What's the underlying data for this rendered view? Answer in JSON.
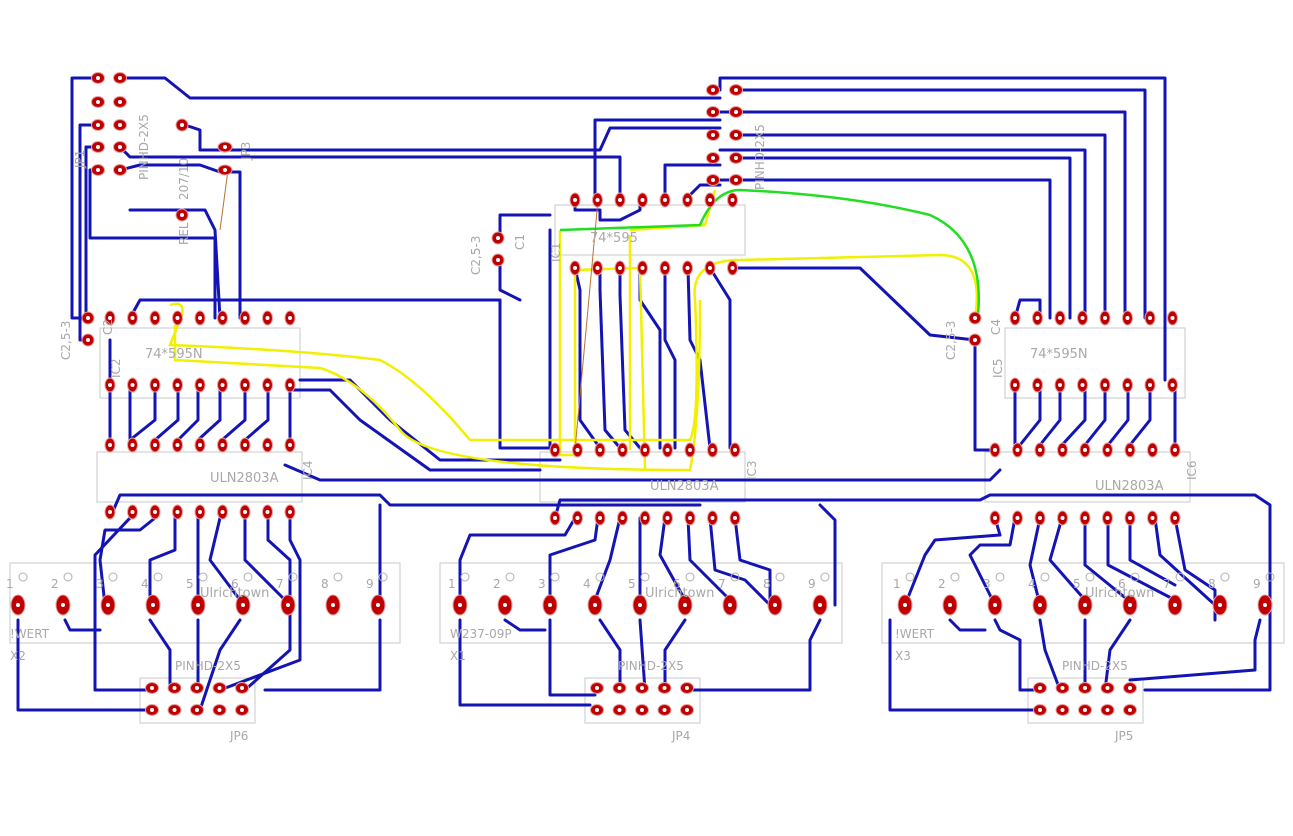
{
  "colors": {
    "background": "#ffffff",
    "trace": "#1414b4",
    "pad": "#c00000",
    "silk": "#a8a8a8",
    "jumper_yellow": "#f0f000",
    "jumper_green": "#22dd22"
  },
  "labels": {
    "ic1": "IC1",
    "ic1_part": "74*595",
    "ic2": "IC2",
    "ic2_part": "74*595N",
    "ic5": "IC5",
    "ic5_part": "74*595N",
    "ic3": "IC3",
    "ic3_part": "ULN2803A",
    "ic4": "IC4",
    "ic4_part": "ULN2803A",
    "ic6": "IC6",
    "ic6_part": "ULN2803A",
    "c1": "C1",
    "c1_pkg": "C2,5-3",
    "c2": "C2",
    "c2_pkg": "C2,5-3",
    "c4": "C4",
    "c4_pkg": "C2,5-3",
    "jp_top_left_pkg": "PINHD-2X5",
    "jp_top_right_pkg": "PINHD-2X5",
    "jp3": "JP3",
    "jp1": "JP1",
    "rel": "REL",
    "rel_pkg": "207/10",
    "x2": "X2",
    "x2_val": "!WERT",
    "x1": "X1",
    "x1_val": "W237-09P",
    "x3": "X3",
    "x3_val": "!WERT",
    "watermark": "Ulrichtown",
    "jp6": "JP6",
    "jp4": "JP4",
    "jp5": "JP5",
    "pinhd_bottom_1": "PINHD-2X5",
    "pinhd_bottom_2": "PINHD-2X5",
    "pinhd_bottom_3": "PINHD-2X5",
    "term_numbers": [
      "1",
      "2",
      "3",
      "4",
      "5",
      "6",
      "7",
      "8",
      "9"
    ]
  }
}
